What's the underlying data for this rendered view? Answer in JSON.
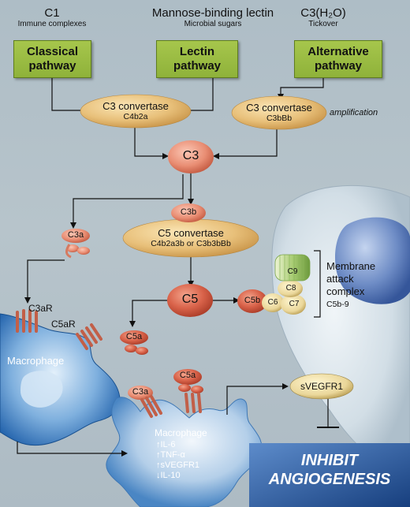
{
  "sources": [
    {
      "title": "C1",
      "subtitle": "Immune complexes"
    },
    {
      "title": "Mannose-binding lectin",
      "subtitle": "Microbial sugars"
    },
    {
      "title": "C3(H₂O)",
      "subtitle": "Tickover"
    }
  ],
  "pathways": [
    {
      "line1": "Classical",
      "line2": "pathway"
    },
    {
      "line1": "Lectin",
      "line2": "pathway"
    },
    {
      "line1": "Alternative",
      "line2": "pathway"
    }
  ],
  "convertases": {
    "classical": {
      "title": "C3 convertase",
      "formula": "C4b2a"
    },
    "alternative": {
      "title": "C3 convertase",
      "formula": "C3bBb"
    },
    "amplification": "amplification",
    "c5": {
      "title": "C5 convertase",
      "formula": "C4b2a3b or C3b3bBb"
    }
  },
  "components": {
    "c3": "C3",
    "c3b": "C3b",
    "c3a": "C3a",
    "c5": "C5",
    "c5a": "C5a",
    "c5b": "C5b",
    "c3a_lower": "C3a",
    "c5a_lower": "C5a",
    "c6": "C6",
    "c7": "C7",
    "c8": "C8",
    "c9": "C9"
  },
  "receptors": {
    "c3ar": "C3aR",
    "c5ar": "C5aR"
  },
  "mac": {
    "line1": "Membrane",
    "line2": "attack",
    "line3": "complex",
    "formula": "C5b-9"
  },
  "macrophage_top": "Macrophage",
  "macrophage_bottom": {
    "title": "Macrophage",
    "effects": [
      "↑IL-6",
      "↑TNF-α",
      "↑sVEGFR1",
      "↓IL-10"
    ]
  },
  "svegfr1": "sVEGFR1",
  "outcome": {
    "line1": "INHIBIT",
    "line2": "ANGIOGENESIS"
  },
  "colors": {
    "pathway_green": "#9abb42",
    "convertase_tan": "#e4bd72",
    "component_salmon": "#e58a72",
    "macrophage_blue": "#1d64b0",
    "outcome_blue": "#2a5fa3",
    "background": "#b3c0c8"
  }
}
